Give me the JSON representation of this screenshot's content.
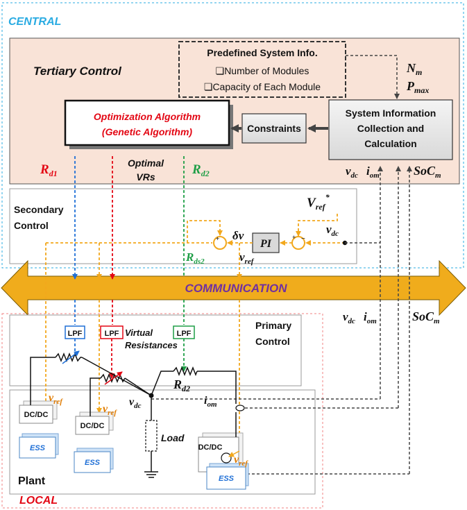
{
  "regions": {
    "central": "CENTRAL",
    "local": "LOCAL"
  },
  "tertiary": {
    "title": "Tertiary Control",
    "predefined_title": "Predefined System Info.",
    "predefined_items": [
      "❏Number of Modules",
      "❏Capacity of Each Module"
    ],
    "nm_label": "N",
    "nm_sub": "m",
    "pmax_label": "P",
    "pmax_sub": "max",
    "optimization_line1": "Optimization Algorithm",
    "optimization_line2": "(Genetic Algorithm)",
    "constraints": "Constraints",
    "sysinfo_lines": [
      "System Information",
      "Collection and",
      "Calculation"
    ],
    "rd1": "R",
    "rd1_sub": "d1",
    "optimal_line1": "Optimal",
    "optimal_line2": "VRs",
    "rd2": "R",
    "rd2_sub": "d2",
    "vdc": "v",
    "vdc_sub": "dc",
    "iom": "i",
    "iom_sub": "om",
    "socm": "SoC",
    "socm_sub": "m"
  },
  "secondary": {
    "title_line1": "Secondary",
    "title_line2": "Control",
    "vref_top": "V",
    "vref_top_sub": "ref",
    "vref_top_sup": "*",
    "delta_v": "δv",
    "pi": "PI",
    "vdc": "v",
    "vdc_sub": "dc",
    "rds2": "R",
    "rds2_sub": "ds2",
    "vref": "v",
    "vref_sub": "ref"
  },
  "communication": "COMMUNICATION",
  "comm_signals": {
    "vdc": "v",
    "vdc_sub": "dc",
    "iom": "i",
    "iom_sub": "om",
    "socm": "SoC",
    "socm_sub": "m"
  },
  "primary": {
    "title_line1": "Primary",
    "title_line2": "Control",
    "lpf1": "LPF",
    "lpf2": "LPF",
    "lpf3": "LPF",
    "virtual_line1": "Virtual",
    "virtual_line2": "Resistances",
    "rd2": "R",
    "rd2_sub": "d2"
  },
  "plant": {
    "title": "Plant",
    "dcdc": "DC/DC",
    "ess": "ESS",
    "load": "Load",
    "vref": "v",
    "vref_sub": "ref",
    "vdc": "v",
    "vdc_sub": "dc",
    "iom": "i",
    "iom_sub": "om"
  },
  "colors": {
    "central_border": "#29abe2",
    "local_border": "#f08080",
    "tertiary_fill": "#f9e3d7",
    "red_signal": "#e30613",
    "blue_signal": "#1f6fd6",
    "green_signal": "#1e9e46",
    "orange_signal": "#f2a81d",
    "comm_fill": "#f0ac1c",
    "comm_text": "#7030a0",
    "ess_blue": "#1f6fd6"
  }
}
